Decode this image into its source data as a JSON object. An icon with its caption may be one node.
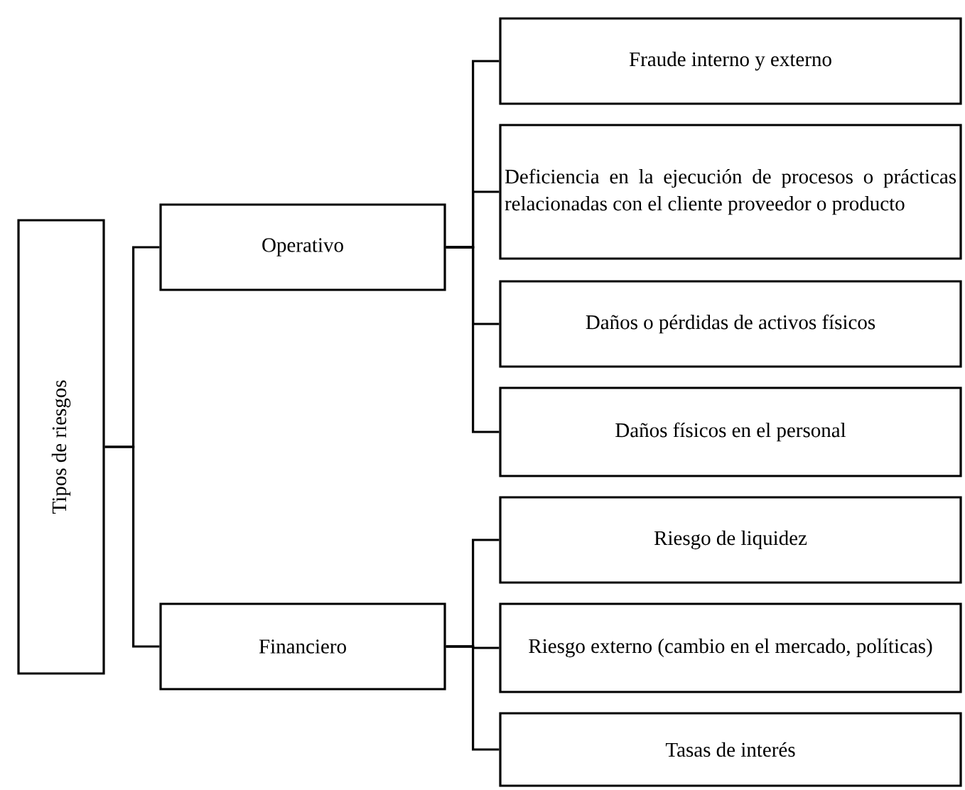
{
  "diagram": {
    "nodes": [
      {
        "text": [
          "Tipos de riesgos"
        ]
      },
      {
        "text": [
          "Operativo"
        ]
      },
      {
        "text": [
          "Financiero"
        ]
      },
      {
        "text": [
          "Fraude interno y externo"
        ]
      },
      {
        "text": [
          "Deficiencia en la ejecución de procesos o prácticas relacionadas con el cliente proveedor o producto"
        ]
      },
      {
        "text": [
          "Daños o pérdidas de activos físicos"
        ]
      },
      {
        "text": [
          "Daños físicos en el personal"
        ]
      },
      {
        "text": [
          "Riesgo de liquidez"
        ]
      },
      {
        "text": [
          "Riesgo externo (cambio en el mercado, políticas)"
        ]
      },
      {
        "text": [
          "Tasas de interés"
        ]
      }
    ],
    "edges": [
      {
        "from": 0,
        "to": 1,
        "arrow": "none"
      },
      {
        "from": 0,
        "to": 2,
        "arrow": "none"
      },
      {
        "from": 1,
        "to": 3,
        "arrow": "none"
      },
      {
        "from": 1,
        "to": 4,
        "arrow": "none"
      },
      {
        "from": 1,
        "to": 5,
        "arrow": "none"
      },
      {
        "from": 1,
        "to": 6,
        "arrow": "none"
      },
      {
        "from": 2,
        "to": 7,
        "arrow": "none"
      },
      {
        "from": 2,
        "to": 8,
        "arrow": "none"
      },
      {
        "from": 2,
        "to": 9,
        "arrow": "none"
      }
    ]
  }
}
